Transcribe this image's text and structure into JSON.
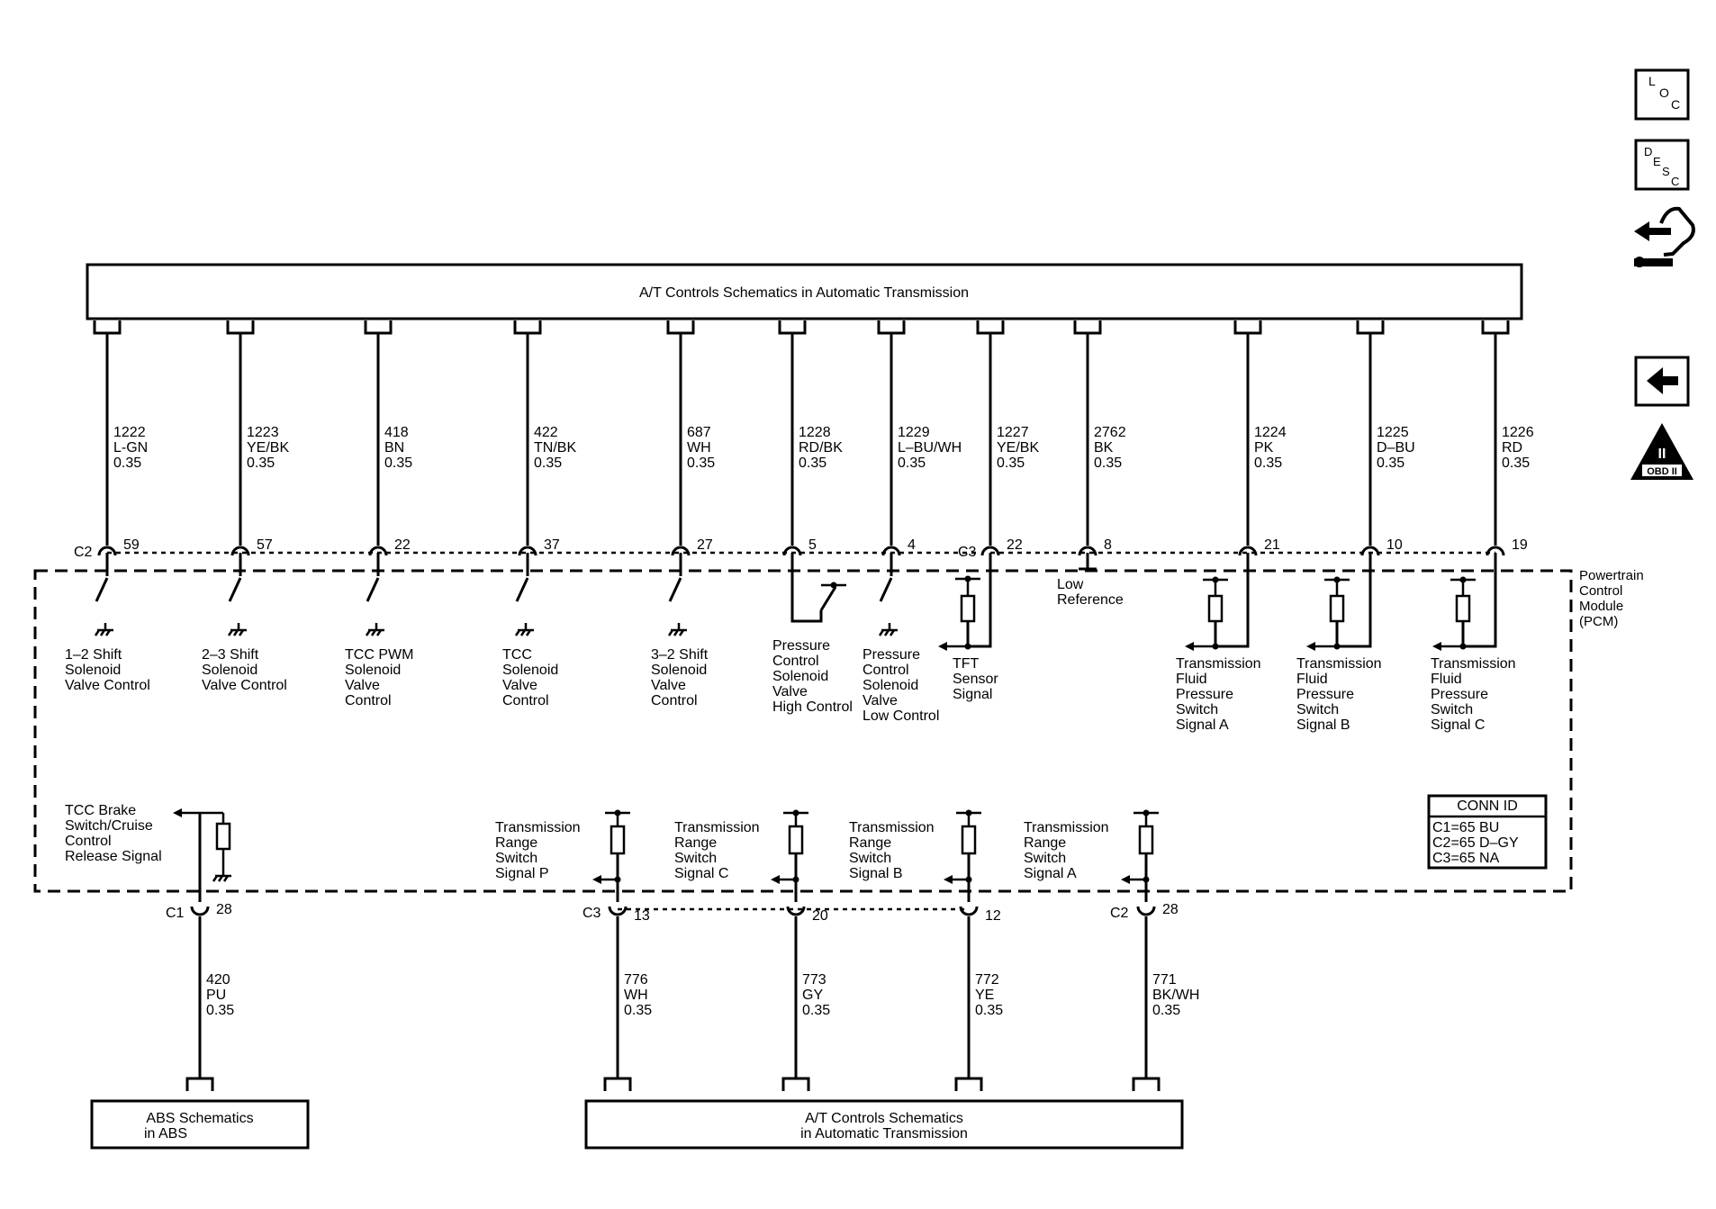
{
  "top_box": {
    "label": "A/T Controls Schematics in Automatic Transmission"
  },
  "bottom_box_abs": {
    "line1": "ABS Schematics",
    "line2": "in ABS"
  },
  "bottom_box_at": {
    "line1": "A/T Controls Schematics",
    "line2": "in Automatic Transmission"
  },
  "module": {
    "lines": [
      "Powertrain",
      "Control",
      "Module",
      "(PCM)"
    ]
  },
  "connectors": {
    "c1": "C1",
    "c2": "C2",
    "c3": "C3"
  },
  "top_circuits": [
    {
      "circuit": "1222",
      "color": "L-GN",
      "gauge": "0.35",
      "pin": "59",
      "desc": [
        "1–2 Shift",
        "Solenoid",
        "Valve Control"
      ]
    },
    {
      "circuit": "1223",
      "color": "YE/BK",
      "gauge": "0.35",
      "pin": "57",
      "desc": [
        "2–3 Shift",
        "Solenoid",
        "Valve Control"
      ]
    },
    {
      "circuit": "418",
      "color": "BN",
      "gauge": "0.35",
      "pin": "22",
      "desc": [
        "TCC PWM",
        "Solenoid",
        "Valve",
        "Control"
      ]
    },
    {
      "circuit": "422",
      "color": "TN/BK",
      "gauge": "0.35",
      "pin": "37",
      "desc": [
        "TCC",
        "Solenoid",
        "Valve",
        "Control"
      ]
    },
    {
      "circuit": "687",
      "color": "WH",
      "gauge": "0.35",
      "pin": "27",
      "desc": [
        "3–2 Shift",
        "Solenoid",
        "Valve",
        "Control"
      ]
    },
    {
      "circuit": "1228",
      "color": "RD/BK",
      "gauge": "0.35",
      "pin": "5",
      "desc": [
        "Pressure",
        "Control",
        "Solenoid",
        "Valve",
        "High Control"
      ]
    },
    {
      "circuit": "1229",
      "color": "L–BU/WH",
      "gauge": "0.35",
      "pin": "4",
      "desc": [
        "Pressure",
        "Control",
        "Solenoid",
        "Valve",
        "Low Control"
      ]
    },
    {
      "circuit": "1227",
      "color": "YE/BK",
      "gauge": "0.35",
      "pin": "22",
      "desc": [
        "TFT",
        "Sensor",
        "Signal"
      ]
    },
    {
      "circuit": "2762",
      "color": "BK",
      "gauge": "0.35",
      "pin": "8",
      "desc": [
        "Low",
        "Reference"
      ]
    },
    {
      "circuit": "1224",
      "color": "PK",
      "gauge": "0.35",
      "pin": "21",
      "desc": [
        "Transmission",
        "Fluid",
        "Pressure",
        "Switch",
        "Signal A"
      ]
    },
    {
      "circuit": "1225",
      "color": "D–BU",
      "gauge": "0.35",
      "pin": "10",
      "desc": [
        "Transmission",
        "Fluid",
        "Pressure",
        "Switch",
        "Signal B"
      ]
    },
    {
      "circuit": "1226",
      "color": "RD",
      "gauge": "0.35",
      "pin": "19",
      "desc": [
        "Transmission",
        "Fluid",
        "Pressure",
        "Switch",
        "Signal C"
      ]
    }
  ],
  "bottom_circuits": [
    {
      "circuit": "420",
      "color": "PU",
      "gauge": "0.35",
      "pin": "28",
      "desc": [
        "TCC Brake",
        "Switch/Cruise",
        "Control",
        "Release Signal"
      ]
    },
    {
      "circuit": "776",
      "color": "WH",
      "gauge": "0.35",
      "pin": "13",
      "desc": [
        "Transmission",
        "Range",
        "Switch",
        "Signal P"
      ]
    },
    {
      "circuit": "773",
      "color": "GY",
      "gauge": "0.35",
      "pin": "20",
      "desc": [
        "Transmission",
        "Range",
        "Switch",
        "Signal C"
      ]
    },
    {
      "circuit": "772",
      "color": "YE",
      "gauge": "0.35",
      "pin": "12",
      "desc": [
        "Transmission",
        "Range",
        "Switch",
        "Signal B"
      ]
    },
    {
      "circuit": "771",
      "color": "BK/WH",
      "gauge": "0.35",
      "pin": "28",
      "desc": [
        "Transmission",
        "Range",
        "Switch",
        "Signal A"
      ]
    }
  ],
  "conn_id": {
    "title": "CONN ID",
    "rows": [
      "C1=65 BU",
      "C2=65 D–GY",
      "C3=65 NA"
    ]
  },
  "nav": {
    "loc": [
      "L",
      "O",
      "C"
    ],
    "desc": [
      "D",
      "E",
      "S",
      "C"
    ],
    "back_icon": "arrow-left-icon",
    "tools_icon": "wrench-arrows-icon",
    "obd": {
      "numeral": "II",
      "label": "OBD II"
    }
  }
}
